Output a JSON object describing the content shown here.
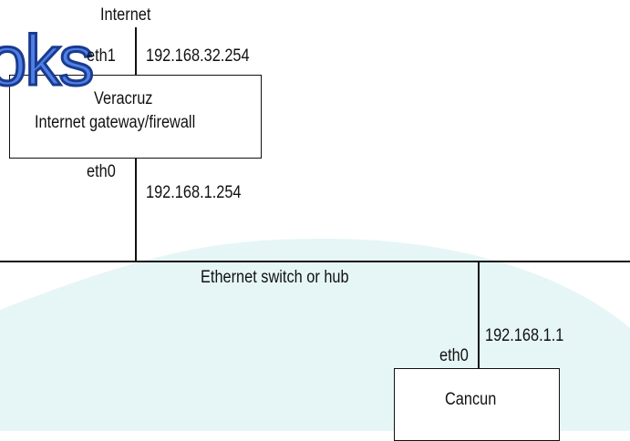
{
  "colors": {
    "watermark_fill": "#4f7fe6",
    "watermark_stroke": "#1a3b8f",
    "watermark_shape": "#e6f6f7",
    "lines": "#111111"
  },
  "watermark": {
    "text": "oks"
  },
  "nodes": {
    "internet": "Internet",
    "gateway_name": "Veracruz",
    "gateway_role": "Internet gateway/firewall",
    "switch": "Ethernet switch or hub",
    "client": "Cancun"
  },
  "interfaces": {
    "gateway_external": "eth1",
    "gateway_internal": "eth0",
    "client": "eth0"
  },
  "addresses": {
    "gateway_external": "192.168.32.254",
    "gateway_internal": "192.168.1.254",
    "client": "192.168.1.1"
  }
}
